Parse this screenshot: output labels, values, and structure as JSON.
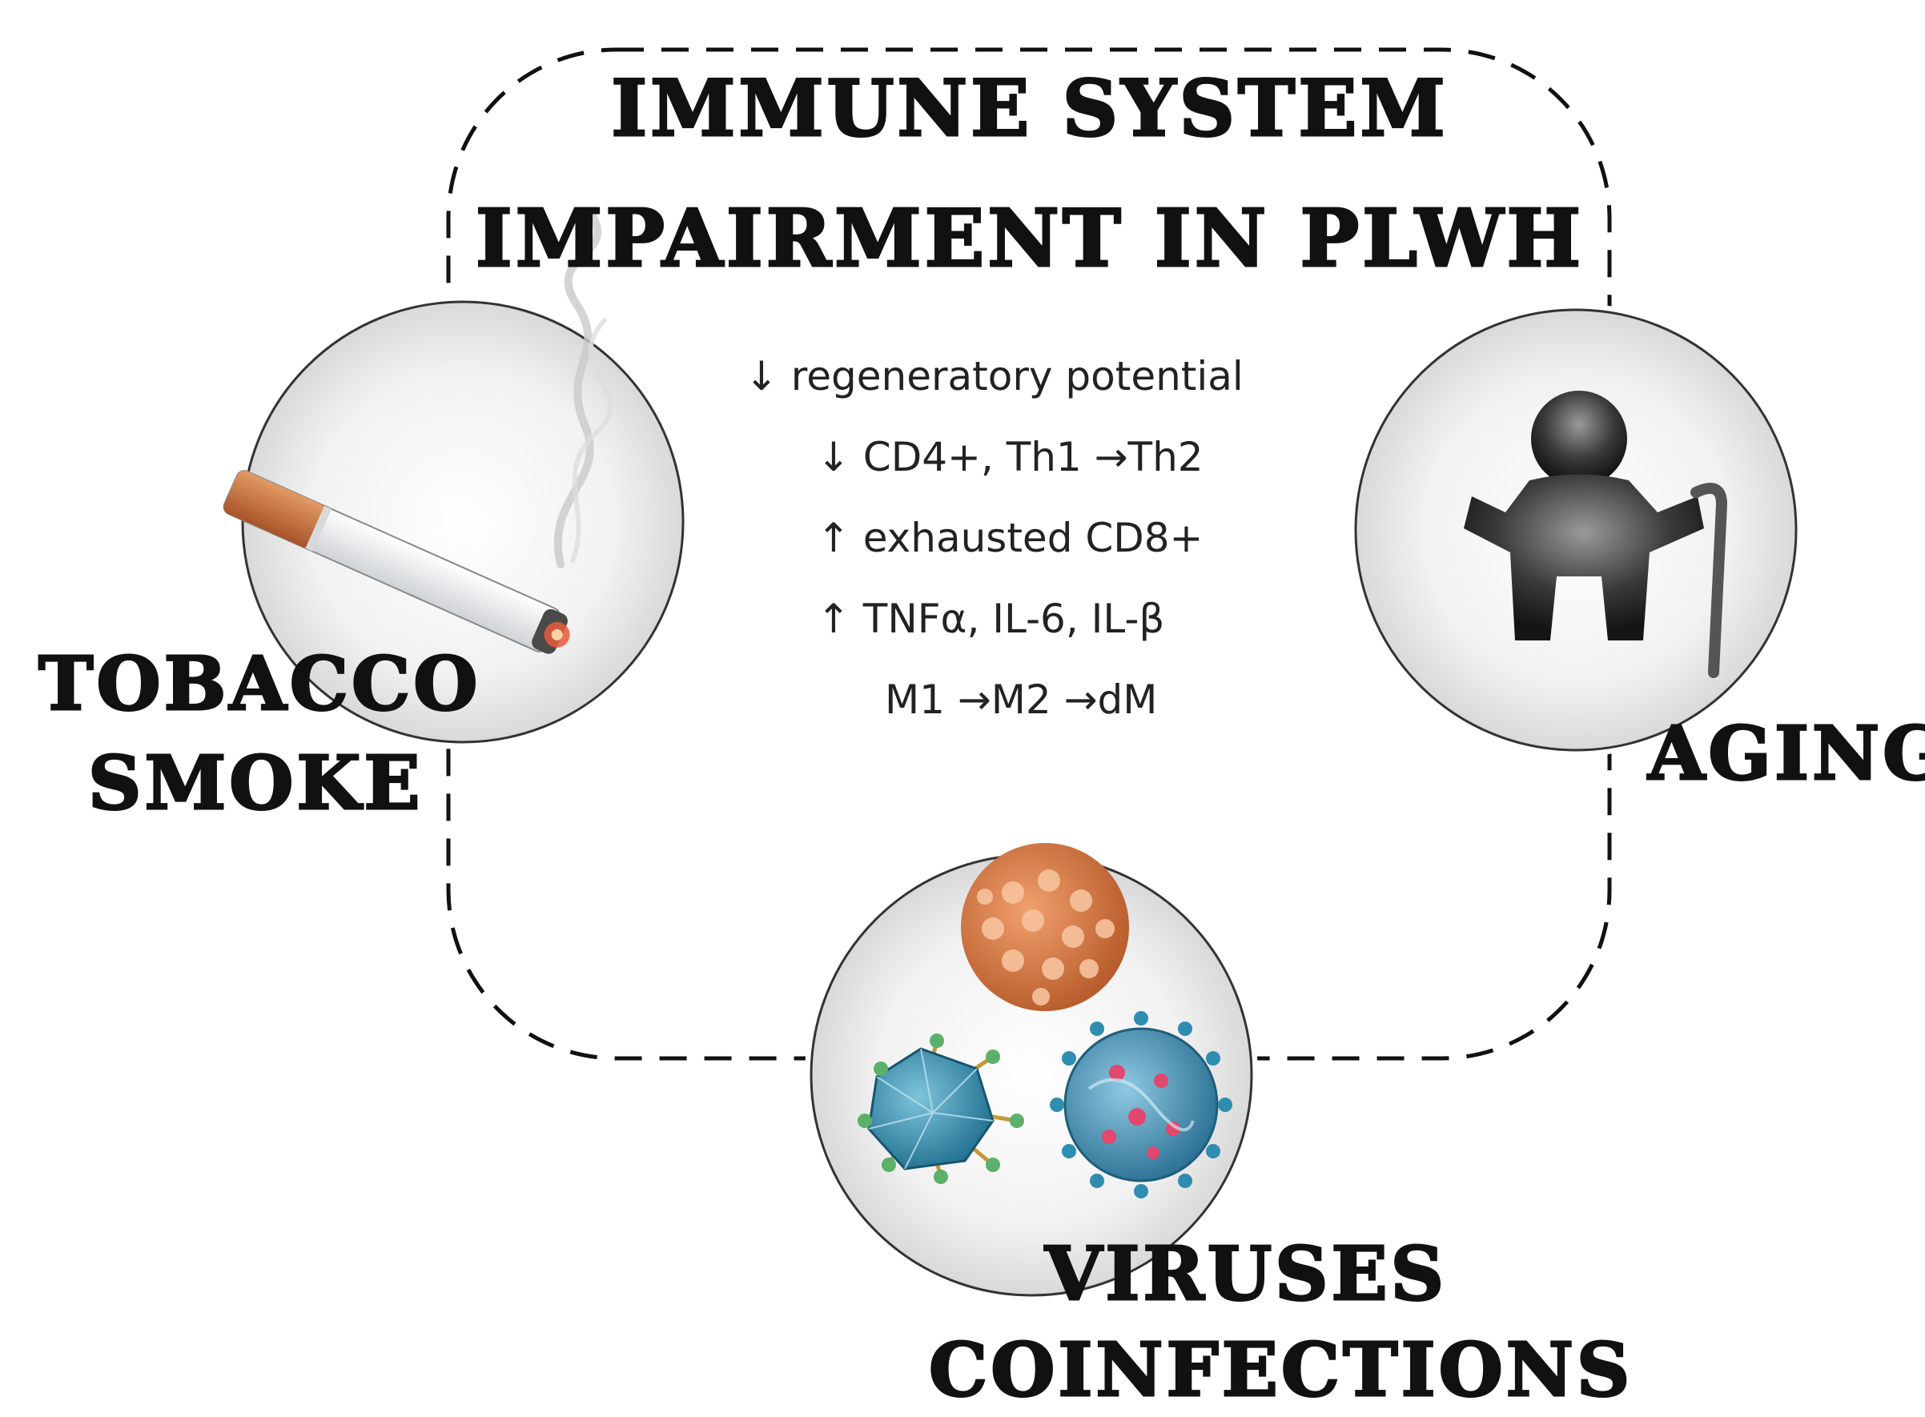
{
  "title": {
    "line1": "IMMUNE SYSTEM",
    "line2": "IMPAIRMENT IN PLWH"
  },
  "effects": [
    "↓ regeneratory potential",
    "↓ CD4+, Th1 →Th2",
    "↑ exhausted CD8+",
    "↑ TNFα, IL-6, IL-β",
    "M1 →M2 →dM"
  ],
  "factors": {
    "tobacco": {
      "line1": "TOBACCO",
      "line2": "SMOKE",
      "icon": "cigarette-icon"
    },
    "aging": {
      "label": "AGING",
      "icon": "elderly-person-icon"
    },
    "viruses": {
      "line1": "VIRUSES",
      "line2": "COINFECTIONS",
      "icon": "virus-icon"
    }
  },
  "colors": {
    "ink": "#111111",
    "filter": "#c46a3a",
    "virus_orange": "#d77a45",
    "virus_teal": "#2f8db0",
    "virus_pink": "#e2476e"
  }
}
